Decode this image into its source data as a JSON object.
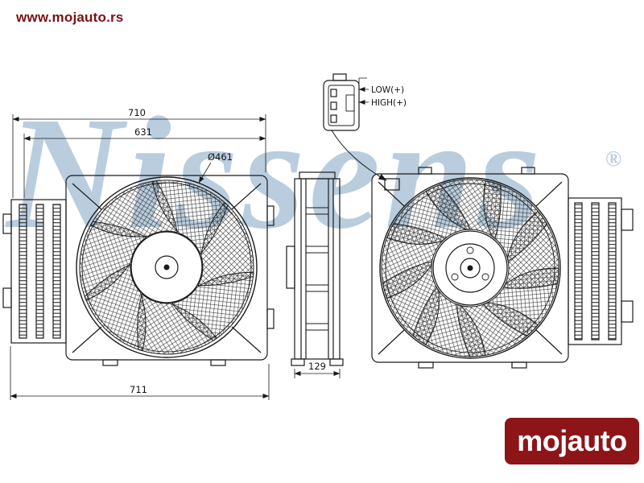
{
  "page": {
    "site_url": "www.mojauto.rs",
    "colors": {
      "brand_red": "#7d1113",
      "logo_background": "#8d1518",
      "logo_text_color": "#ffffff",
      "watermark_blue": "#b9cdde",
      "drawing_line": "#1a1a1a",
      "background": "#ffffff"
    }
  },
  "watermark": {
    "text": "Nissens",
    "registered": "®"
  },
  "logo": {
    "text": "mojauto"
  },
  "drawing": {
    "description": "radiator-cooling-fan-assembly-technical-drawing",
    "dimensions": {
      "top_width": "710",
      "inner_width": "631",
      "fan_diameter": "Ø461",
      "bottom_width": "711",
      "depth": "129"
    },
    "connector": {
      "low": "LOW(+)",
      "high": "HIGH(+)"
    }
  }
}
